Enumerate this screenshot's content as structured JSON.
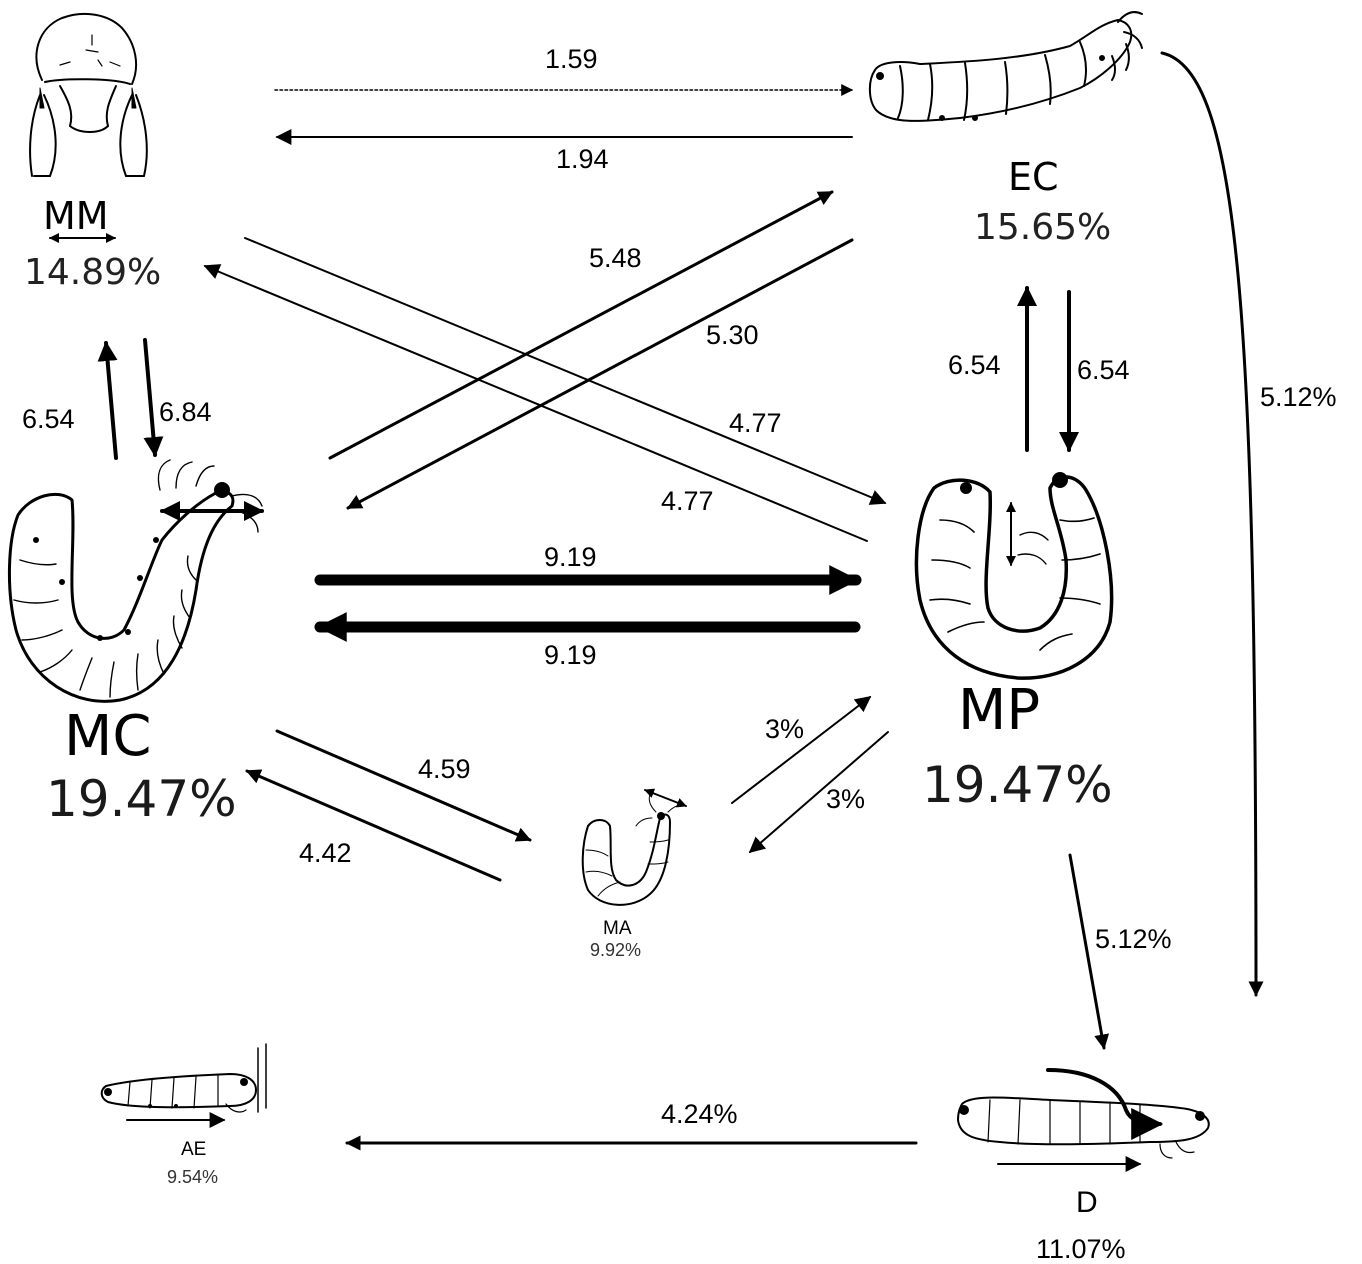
{
  "nodes": {
    "mm": {
      "name": "MM",
      "percent": "14.89%"
    },
    "ec": {
      "name": "EC",
      "percent": "15.65%"
    },
    "mc": {
      "name": "MC",
      "percent": "19.47%"
    },
    "mp": {
      "name": "MP",
      "percent": "19.47%"
    },
    "ma": {
      "name": "MA",
      "percent": "9.92%"
    },
    "ae": {
      "name": "AE",
      "percent": "9.54%"
    },
    "d": {
      "name": "D",
      "percent": "11.07%"
    }
  },
  "edges": {
    "mm_to_ec": "1.59",
    "ec_to_mm": "1.94",
    "mc_to_ec": "5.48",
    "ec_to_mc": "5.30",
    "mm_to_mp": "4.77",
    "mp_to_mm": "4.77",
    "mc_to_mm": "6.54",
    "mm_to_mc": "6.84",
    "mp_to_ec": "6.54",
    "ec_to_mp": "6.54",
    "ec_to_d": "5.12%",
    "mc_to_mp": "9.19",
    "mp_to_mc": "9.19",
    "ma_to_mp": "3%",
    "mp_to_ma": "3%",
    "mc_to_ma": "4.59",
    "ma_to_mc": "4.42",
    "mp_to_d": "5.12%",
    "d_to_ae": "4.24%"
  },
  "colors": {
    "ink": "#000000",
    "background": "#ffffff"
  }
}
